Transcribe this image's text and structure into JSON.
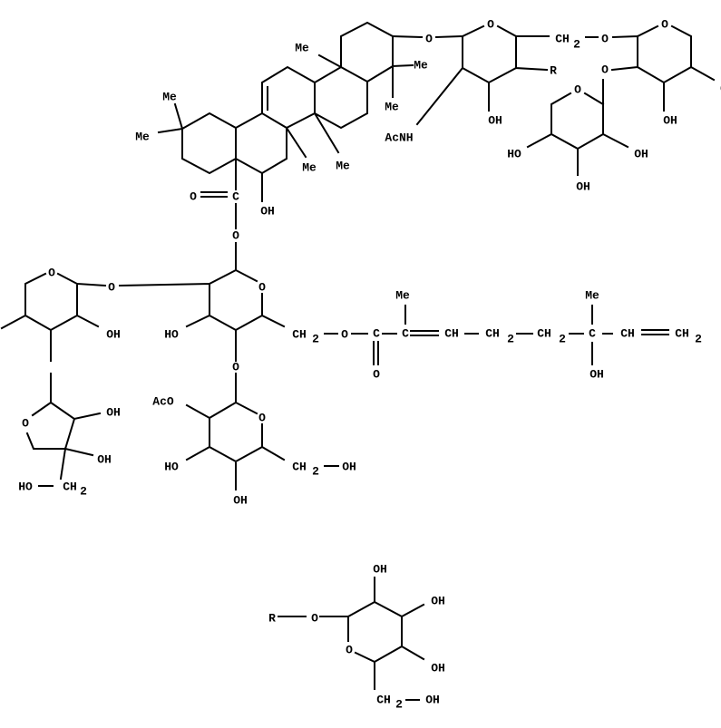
{
  "diagram": {
    "type": "chemical-structure",
    "colors": {
      "bond": "#000000",
      "background": "#ffffff"
    }
  },
  "labels": [
    "Me",
    "Me",
    "Me",
    "Me",
    "Me",
    "O",
    "C",
    "OH",
    "O",
    "O",
    "Me",
    "Me",
    "AcNH",
    "O",
    "OH",
    "R",
    "CH",
    "2",
    "O",
    "O",
    "O",
    "OH",
    "O",
    "HO",
    "OH",
    "OH",
    "O",
    "O",
    "OH",
    "O",
    "O",
    "HO",
    "CH",
    "2",
    "O",
    "O",
    "O",
    "AcO",
    "HO",
    "OH",
    "CH",
    "2",
    "OH",
    "O",
    "OH",
    "OH",
    "HO",
    "CH",
    "2",
    "C",
    "C",
    "Me",
    "CH",
    "CH",
    "2",
    "CH",
    "2",
    "C",
    "Me",
    "OH",
    "CH",
    "CH",
    "2",
    "O",
    "R",
    "O",
    "O",
    "OH",
    "OH",
    "OH",
    "CH",
    "2",
    "OH"
  ]
}
